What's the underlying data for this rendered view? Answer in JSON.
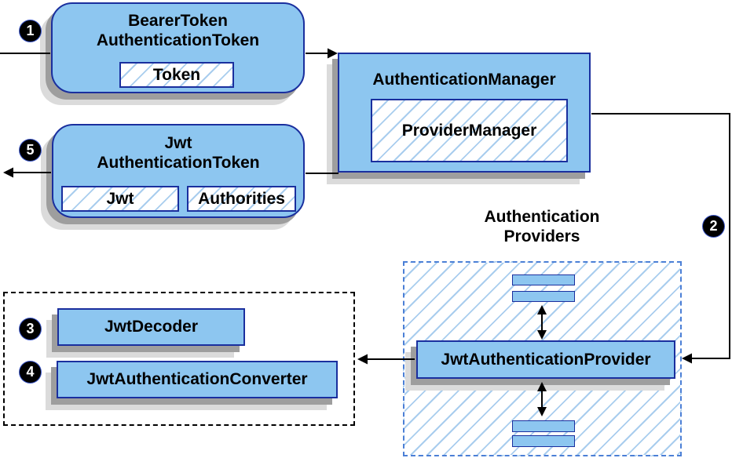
{
  "diagram": {
    "badges": {
      "b1": "1",
      "b2": "2",
      "b3": "3",
      "b4": "4",
      "b5": "5"
    },
    "bearer_token": {
      "line1": "BearerToken",
      "line2": "AuthenticationToken",
      "chip": "Token"
    },
    "auth_manager": {
      "title": "AuthenticationManager",
      "chip": "ProviderManager"
    },
    "jwt_token": {
      "line1": "Jwt",
      "line2": "AuthenticationToken",
      "chip1": "Jwt",
      "chip2": "Authorities"
    },
    "providers_label": {
      "line1": "Authentication",
      "line2": "Providers"
    },
    "jwt_provider": {
      "title": "JwtAuthenticationProvider"
    },
    "jwt_decoder": {
      "title": "JwtDecoder"
    },
    "jwt_converter": {
      "title": "JwtAuthenticationConverter"
    },
    "colors": {
      "node_fill": "#8DC6F0",
      "node_border": "#1A2F9E",
      "hatch_line": "#A9CDEE",
      "dashed_blue": "#4B7FD6",
      "shadow_dark": "#9E9E9E",
      "shadow_light": "#DBDBDB",
      "arrow": "#000000",
      "badge_bg": "#000000",
      "badge_text": "#FFFFFF"
    }
  }
}
